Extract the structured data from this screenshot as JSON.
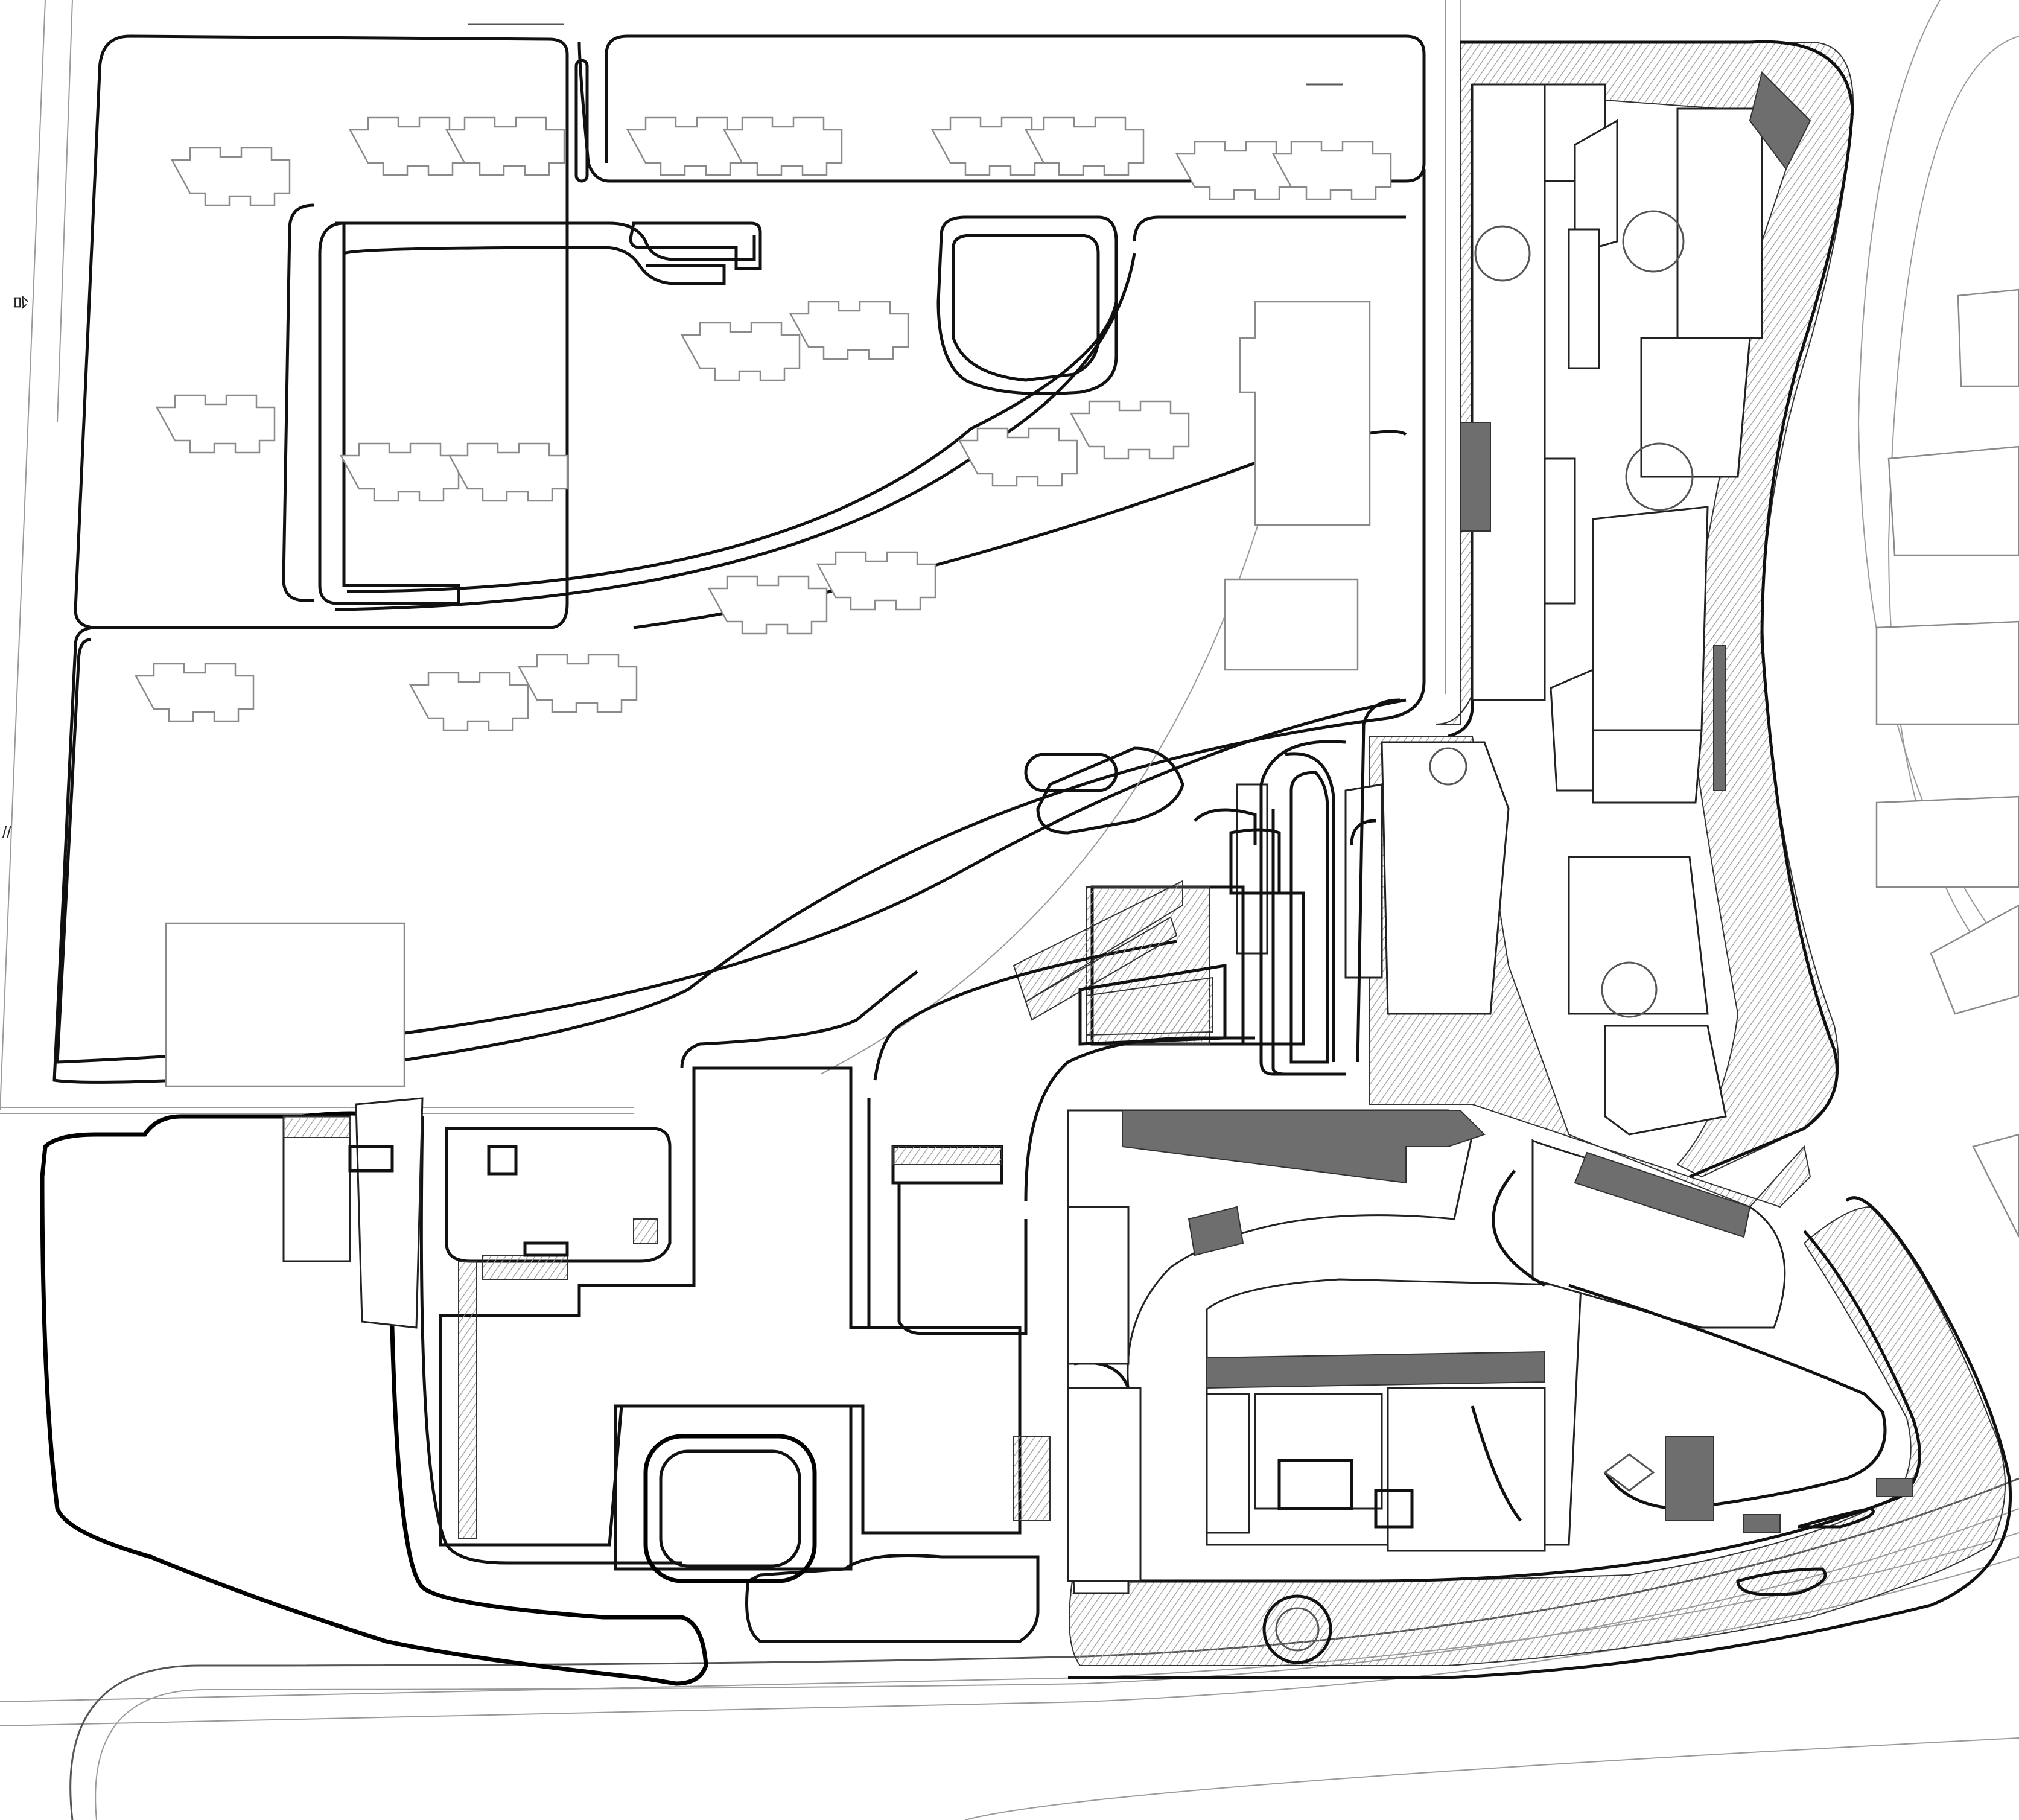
{
  "drawing": {
    "type": "site plan",
    "labels": [
      {
        "id": "left-edge-mark-top",
        "text": "台"
      },
      {
        "id": "left-edge-mark-mid",
        "text": "//"
      }
    ]
  },
  "colors": {
    "background": "#ffffff",
    "linework": "#111111",
    "context_buildings": "#8a8a8a",
    "shaded_corridor": "#6e6e6e",
    "paving_hatch": "#9a9a9a"
  }
}
